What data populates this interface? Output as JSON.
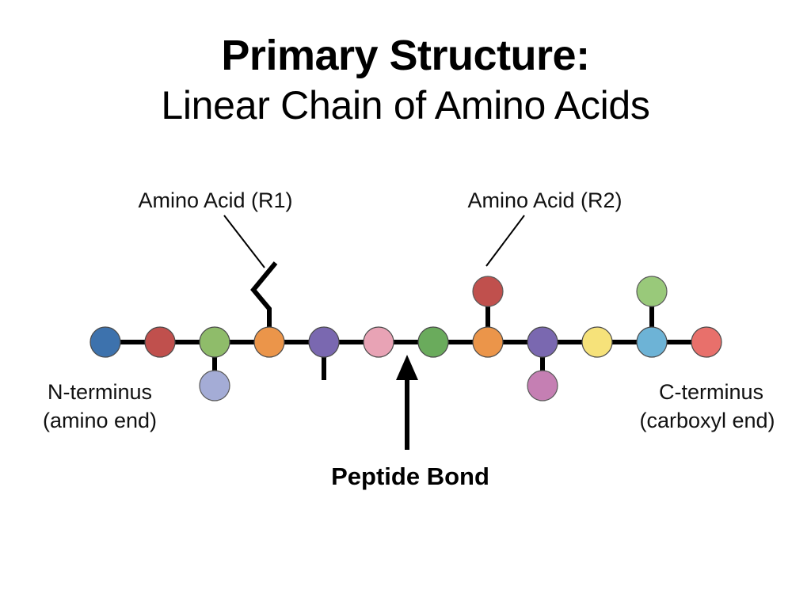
{
  "title": {
    "line1": "Primary Structure:",
    "line2": "Linear Chain of Amino Acids"
  },
  "labels": {
    "r1": "Amino Acid (R1)",
    "r2": "Amino Acid (R2)",
    "n_terminus": "N-terminus",
    "n_terminus_sub": "(amino end)",
    "c_terminus": "C-terminus",
    "c_terminus_sub": "(carboxyl end)",
    "peptide_bond": "Peptide Bond"
  },
  "colors": {
    "chain": "#000000",
    "text": "#111111"
  },
  "amino_acids": [
    {
      "color": "#3d72ad",
      "branch": "none"
    },
    {
      "color": "#c0504d",
      "branch": "none"
    },
    {
      "color": "#8fbc6a",
      "branch": "down-circle",
      "branch_color": "#a4acd6"
    },
    {
      "color": "#eb954a",
      "branch": "up-zigzag"
    },
    {
      "color": "#7a68b0",
      "branch": "down-stub"
    },
    {
      "color": "#e8a3b5",
      "branch": "none"
    },
    {
      "color": "#6aab5c",
      "branch": "none"
    },
    {
      "color": "#eb954a",
      "branch": "up-circle",
      "branch_color": "#c0504d"
    },
    {
      "color": "#7a68b0",
      "branch": "down-circle",
      "branch_color": "#c57fb3"
    },
    {
      "color": "#f6e27a",
      "branch": "none"
    },
    {
      "color": "#6db3d6",
      "branch": "up-circle",
      "branch_color": "#99c97a"
    },
    {
      "color": "#e8706b",
      "branch": "none"
    }
  ]
}
